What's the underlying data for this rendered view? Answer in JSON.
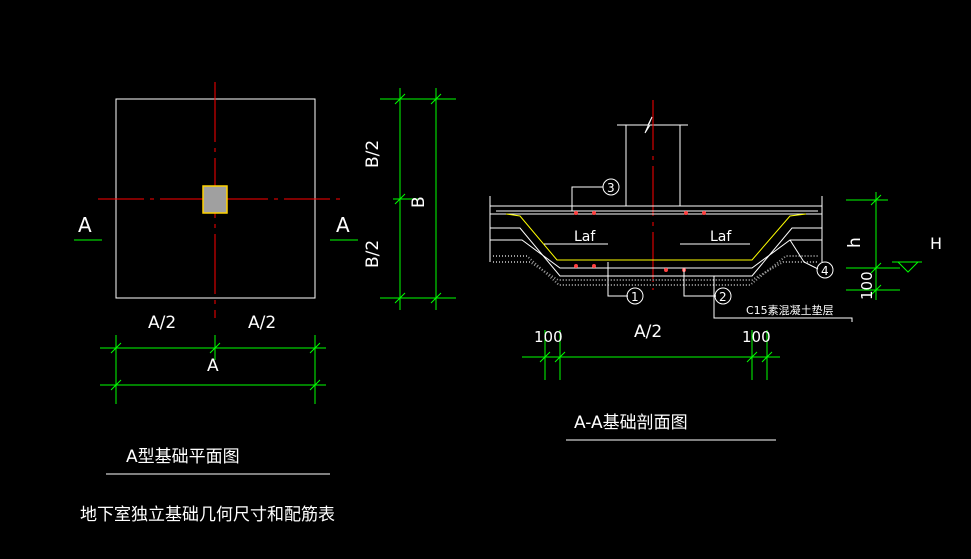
{
  "colors": {
    "background": "#000000",
    "outline": "#ffffff",
    "dimension": "#00ff00",
    "centerline": "#ff0000",
    "hatch": "#9a9a9a",
    "column_fill": "#a0a0a0",
    "column_edge": "#ffd200",
    "rebar": "#ff4040",
    "leader": "#ffff00",
    "rebar_mark": "#ffffff"
  },
  "plan": {
    "title": "A型基础平面图",
    "section_mark_left": "A",
    "section_mark_right": "A",
    "half_width_left": "A/2",
    "half_width_right": "A/2",
    "total_width": "A",
    "half_length_top": "B/2",
    "half_length_bottom": "B/2",
    "total_length": "B"
  },
  "section": {
    "title": "A-A基础剖面图",
    "anchorage_left": "Laf",
    "anchorage_right": "Laf",
    "half_width": "A/2",
    "offset_left": "100",
    "offset_right": "100",
    "height": "h",
    "cushion_thickness": "100",
    "depth": "H",
    "cushion_note": "C15素混凝土垫层",
    "rebar_marks": [
      "1",
      "2",
      "3",
      "4"
    ]
  },
  "table_caption": "地下室独立基础几何尺寸和配筋表"
}
